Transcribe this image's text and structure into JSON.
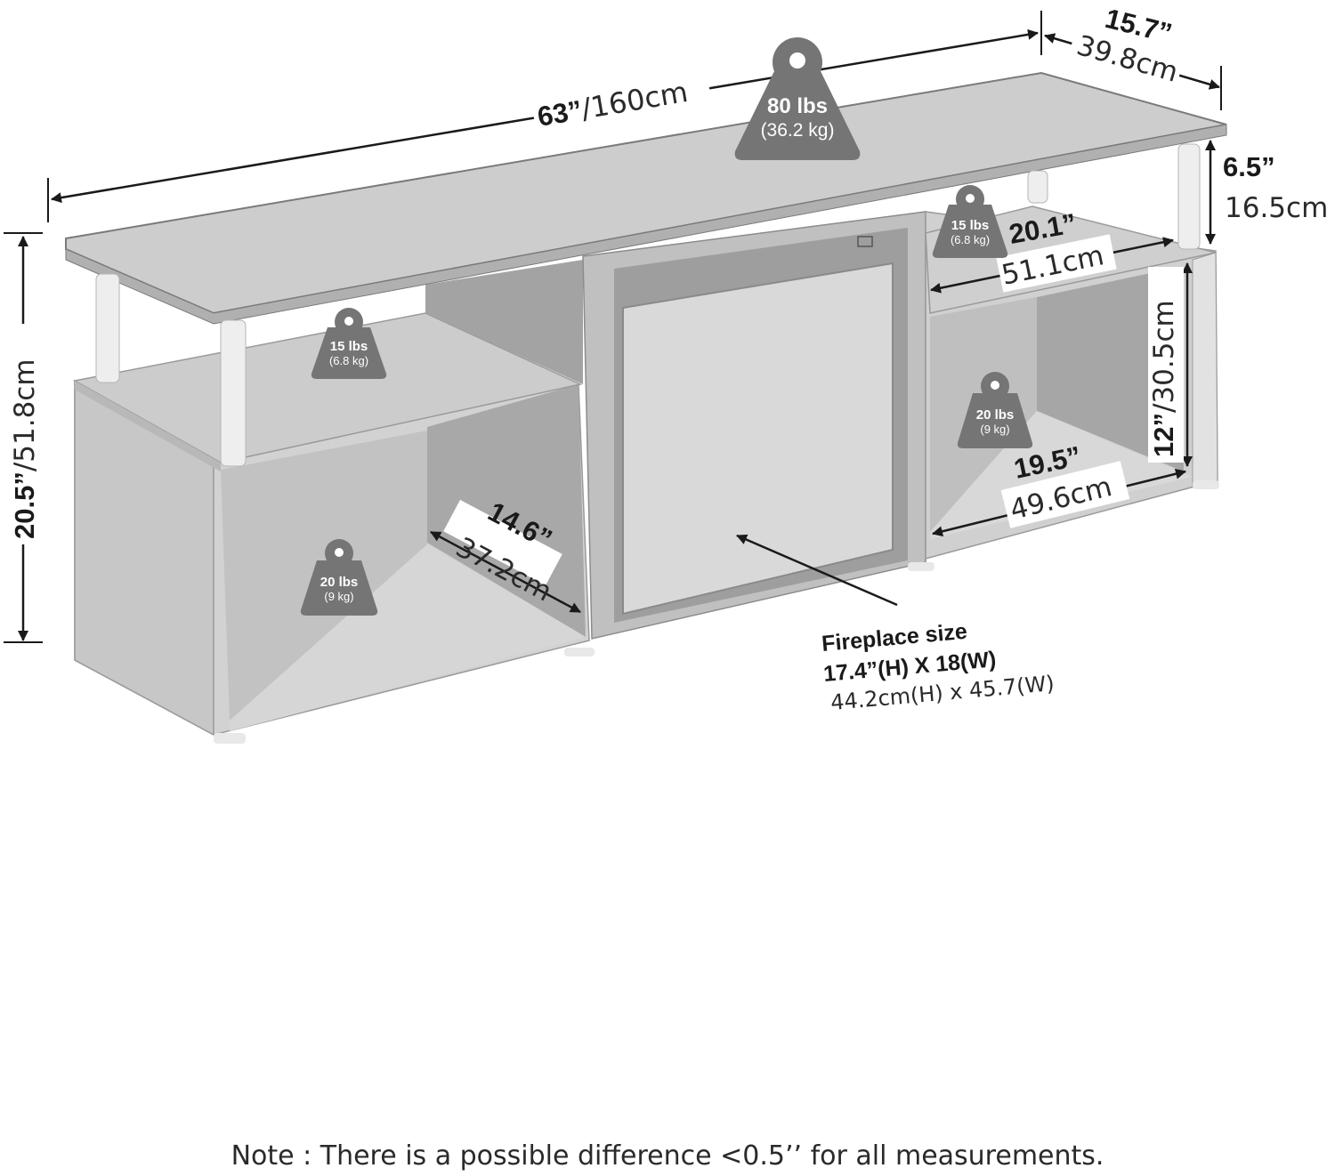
{
  "colors": {
    "body": "#d2d2d2",
    "inner_back": "#a8a8a8",
    "inner_side": "#bdbdbd",
    "edge": "#6f6f6f",
    "leg": "#eeeeee",
    "weight_badge": "#757575",
    "text": "#1a1a1a"
  },
  "dimensions": {
    "width": {
      "in": "63”",
      "cm": "/160cm"
    },
    "depth": {
      "in": "15.7”",
      "cm": "39.8cm"
    },
    "height": {
      "in": "20.5”",
      "cm": "/51.8cm"
    },
    "top_gap": {
      "in": "6.5”",
      "cm": "16.5cm"
    },
    "upper_right_width": {
      "in": "20.1”",
      "cm": "51.1cm"
    },
    "right_cabinet_height": {
      "in": "12”",
      "cm": "/30.5cm"
    },
    "right_cabinet_width": {
      "in": "19.5”",
      "cm": "49.6cm"
    },
    "left_cabinet_depth": {
      "in": "14.6”",
      "cm": "37.2cm"
    }
  },
  "weights": {
    "top": {
      "lbs": "80 lbs",
      "kg": "(36.2 kg)"
    },
    "upper_left_shelf": {
      "lbs": "15 lbs",
      "kg": "(6.8 kg)"
    },
    "upper_right_shelf": {
      "lbs": "15 lbs",
      "kg": "(6.8 kg)"
    },
    "left_cabinet": {
      "lbs": "20 lbs",
      "kg": "(9 kg)"
    },
    "right_cabinet": {
      "lbs": "20 lbs",
      "kg": "(9 kg)"
    }
  },
  "fireplace": {
    "title": "Fireplace size",
    "size_in": "17.4”(H) X 18(W)",
    "size_cm": "44.2cm(H) x 45.7(W)"
  },
  "note": "Note : There is a possible difference <0.5’’ for all measurements."
}
